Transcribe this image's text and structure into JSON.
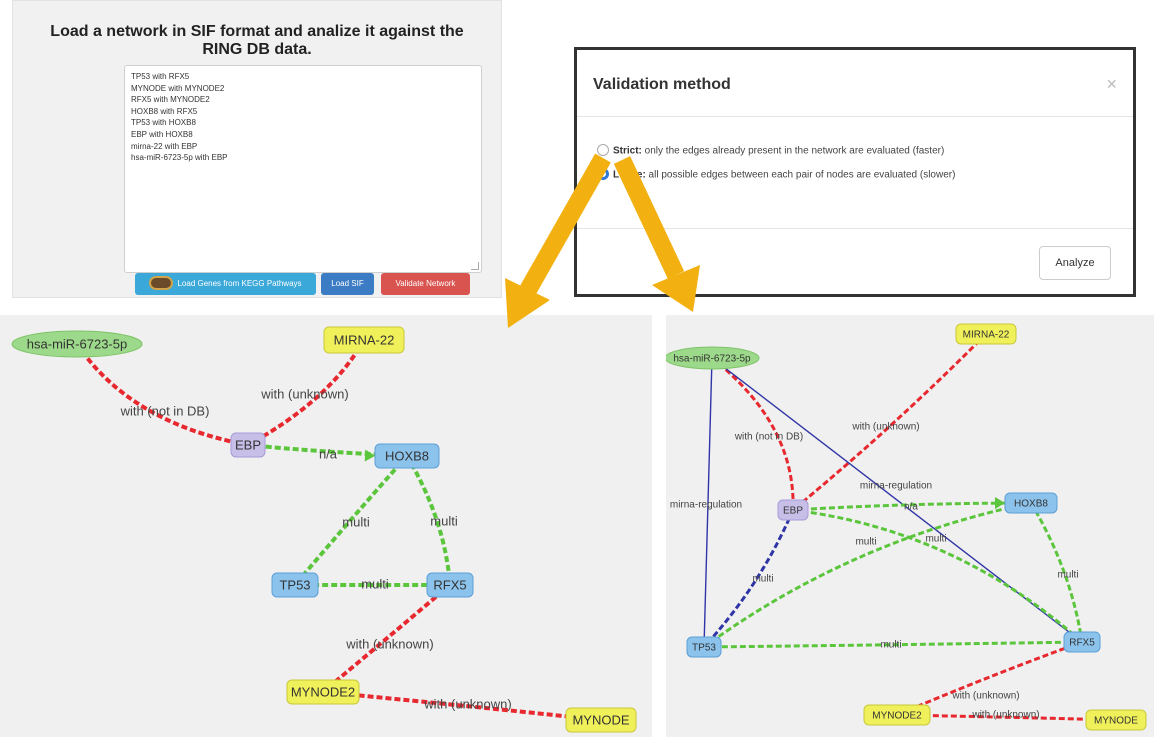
{
  "loader": {
    "title_line1": "Load a network in SIF format and analize it against the",
    "title_line2": "RING DB data.",
    "sif_lines": [
      "TP53 with RFX5",
      "MYNODE with MYNODE2",
      "RFX5 with MYNODE2",
      "HOXB8 with RFX5",
      "TP53 with HOXB8",
      "EBP with HOXB8",
      "mirna-22 with EBP",
      "hsa-miR-6723-5p with EBP"
    ],
    "buttons": {
      "kegg": "Load Genes from KEGG Pathways",
      "load_sif": "Load SIF",
      "validate": "Validate Network"
    }
  },
  "modal": {
    "title": "Validation method",
    "close": "×",
    "strict_label": "Strict:",
    "strict_text": " only the edges already present in the network are evaluated (faster)",
    "loose_label": "Loose:",
    "loose_text": " all possible edges between each pair of nodes are evaluated (slower)",
    "selected": "loose",
    "analyze": "Analyze"
  },
  "colors": {
    "arrow": "#f2b111",
    "edge_red": "#e8282f",
    "edge_green": "#5bc53c",
    "edge_blue": "#2f35a6",
    "node_mirna": "#9dd98a",
    "node_blue": "#8cc3ec",
    "node_yellow": "#f0f05a",
    "node_purple": "#c7bfe8"
  },
  "strict_network": {
    "nodes": [
      {
        "id": "mir",
        "label": "hsa-miR-6723-5p",
        "kind": "mirna"
      },
      {
        "id": "mirna22",
        "label": "MIRNA-22",
        "kind": "yellow"
      },
      {
        "id": "ebp",
        "label": "EBP",
        "kind": "purple"
      },
      {
        "id": "hoxb8",
        "label": "HOXB8",
        "kind": "blue"
      },
      {
        "id": "tp53",
        "label": "TP53",
        "kind": "blue"
      },
      {
        "id": "rfx5",
        "label": "RFX5",
        "kind": "blue"
      },
      {
        "id": "mynode2",
        "label": "MYNODE2",
        "kind": "yellow"
      },
      {
        "id": "mynode",
        "label": "MYNODE",
        "kind": "yellow"
      }
    ],
    "edges": [
      {
        "from": "mir",
        "to": "ebp",
        "color": "red",
        "label": "with (not in DB)"
      },
      {
        "from": "mirna22",
        "to": "ebp",
        "color": "red",
        "label": "with (unknown)"
      },
      {
        "from": "ebp",
        "to": "hoxb8",
        "color": "green",
        "label": "n/a"
      },
      {
        "from": "hoxb8",
        "to": "tp53",
        "color": "green",
        "label": "multi"
      },
      {
        "from": "hoxb8",
        "to": "rfx5",
        "color": "green",
        "label": "multi"
      },
      {
        "from": "tp53",
        "to": "rfx5",
        "color": "green",
        "label": "multi"
      },
      {
        "from": "rfx5",
        "to": "mynode2",
        "color": "red",
        "label": "with (unknown)"
      },
      {
        "from": "mynode2",
        "to": "mynode",
        "color": "red",
        "label": "with (unknown)"
      }
    ]
  },
  "loose_network": {
    "nodes": [
      {
        "id": "mir",
        "label": "hsa-miR-6723-5p",
        "kind": "mirna"
      },
      {
        "id": "mirna22",
        "label": "MIRNA-22",
        "kind": "yellow"
      },
      {
        "id": "ebp",
        "label": "EBP",
        "kind": "purple"
      },
      {
        "id": "hoxb8",
        "label": "HOXB8",
        "kind": "blue"
      },
      {
        "id": "tp53",
        "label": "TP53",
        "kind": "blue"
      },
      {
        "id": "rfx5",
        "label": "RFX5",
        "kind": "blue"
      },
      {
        "id": "mynode2",
        "label": "MYNODE2",
        "kind": "yellow"
      },
      {
        "id": "mynode",
        "label": "MYNODE",
        "kind": "yellow"
      }
    ],
    "edges": [
      {
        "from": "mir",
        "to": "ebp",
        "color": "red",
        "label": "with (not in DB)"
      },
      {
        "from": "mirna22",
        "to": "ebp",
        "color": "red",
        "label": "with (unknown)"
      },
      {
        "from": "mir",
        "to": "tp53",
        "color": "blue",
        "label": "mirna-regulation"
      },
      {
        "from": "mir",
        "to": "rfx5",
        "color": "blue",
        "label": "mirna-regulation"
      },
      {
        "from": "ebp",
        "to": "hoxb8",
        "color": "green",
        "label": "n/a"
      },
      {
        "from": "ebp",
        "to": "rfx5",
        "color": "green",
        "label": "multi"
      },
      {
        "from": "ebp",
        "to": "tp53",
        "color": "blue",
        "label": "multi"
      },
      {
        "from": "tp53",
        "to": "hoxb8",
        "color": "green",
        "label": "multi"
      },
      {
        "from": "hoxb8",
        "to": "rfx5",
        "color": "green",
        "label": "multi"
      },
      {
        "from": "tp53",
        "to": "rfx5",
        "color": "green",
        "label": "multi"
      },
      {
        "from": "rfx5",
        "to": "mynode2",
        "color": "red",
        "label": "with (unknown)"
      },
      {
        "from": "mynode2",
        "to": "mynode",
        "color": "red",
        "label": "with (unknown)"
      }
    ]
  }
}
